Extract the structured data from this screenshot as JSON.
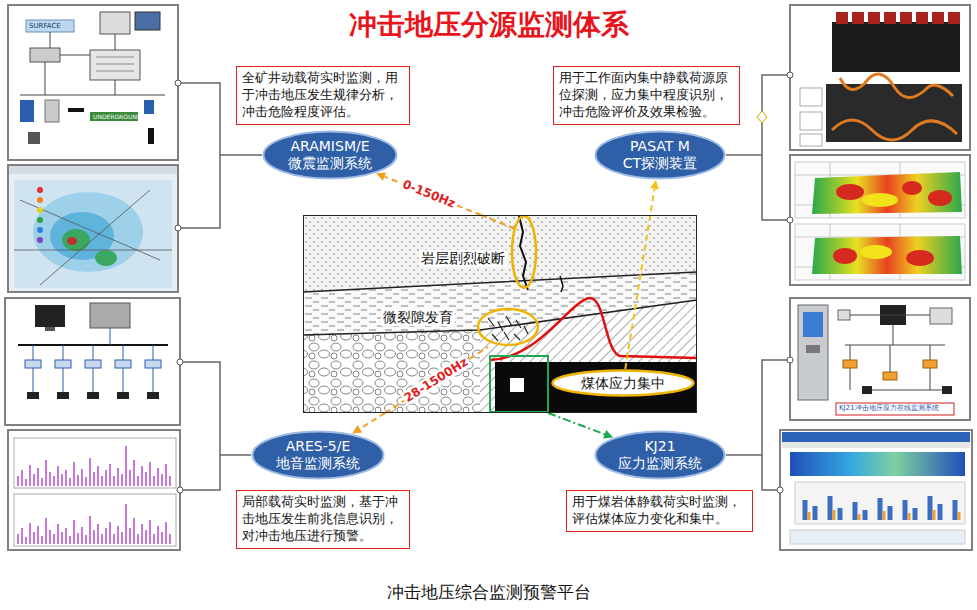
{
  "diagram": {
    "title": "冲击地压分源监测体系",
    "caption": "冲击地压综合监测预警平台",
    "nodes": [
      {
        "text": [
          "全矿井动载荷实时监测，用 于冲击地压发生规律分析， 冲击危险程度评估。"
        ]
      },
      {
        "text": [
          "ARAMISM/E",
          "微震监测系统"
        ]
      },
      {
        "text": [
          "用于工作面内集中静载荷源原 位探测，应力集中程度识别， 冲击危险评价及效果检验。"
        ]
      },
      {
        "text": [
          "PASAT M",
          "CT探测装置"
        ]
      },
      {
        "text": [
          "岩层剧烈破断",
          "微裂隙发育"
        ]
      },
      {
        "text": [
          "煤体应力集中"
        ],
        "in": 4
      },
      {
        "text": [
          "ARES-5/E",
          "地音监测系统"
        ]
      },
      {
        "text": [
          "KJ21",
          "应力监测系统"
        ]
      },
      {
        "text": [
          "局部载荷实时监测，基于冲 击地压发生前兆信息识别， 对冲击地压进行预警。"
        ]
      },
      {
        "text": [
          "用于煤岩体静载荷实时监测， 评估煤体应力变化和集中。"
        ]
      }
    ],
    "edges": [
      {
        "from": 4,
        "to": 1,
        "arrow": "to",
        "label": "0-150Hz"
      },
      {
        "from": 5,
        "to": 3,
        "arrow": "to"
      },
      {
        "from": 4,
        "to": 6,
        "arrow": "to",
        "label": "28-1500Hz"
      },
      {
        "from": 4,
        "to": 7,
        "arrow": "to"
      }
    ],
    "labels": [
      "SURFACE",
      "UNDERGROUND",
      "KJ21冲击地压应力在线监测系统"
    ]
  }
}
